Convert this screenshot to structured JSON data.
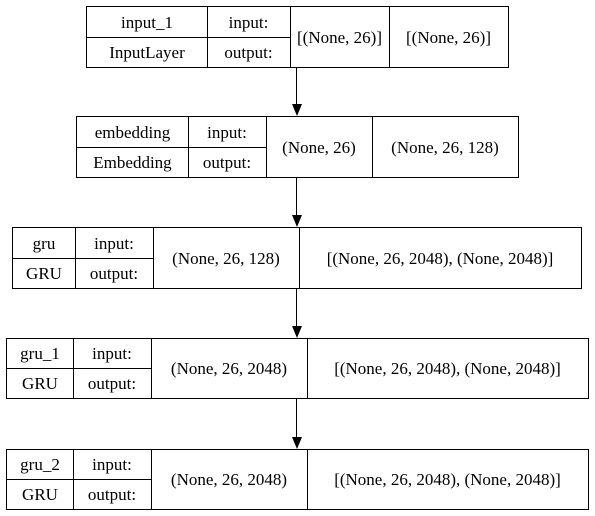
{
  "nodes": [
    {
      "name": "input_1",
      "type": "InputLayer",
      "input_label": "input:",
      "output_label": "output:",
      "input_shape": "[(None, 26)]",
      "output_shape": "[(None, 26)]"
    },
    {
      "name": "embedding",
      "type": "Embedding",
      "input_label": "input:",
      "output_label": "output:",
      "input_shape": "(None, 26)",
      "output_shape": "(None, 26, 128)"
    },
    {
      "name": "gru",
      "type": "GRU",
      "input_label": "input:",
      "output_label": "output:",
      "input_shape": "(None, 26, 128)",
      "output_shape": "[(None, 26, 2048), (None, 2048)]"
    },
    {
      "name": "gru_1",
      "type": "GRU",
      "input_label": "input:",
      "output_label": "output:",
      "input_shape": "(None, 26, 2048)",
      "output_shape": "[(None, 26, 2048), (None, 2048)]"
    },
    {
      "name": "gru_2",
      "type": "GRU",
      "input_label": "input:",
      "output_label": "output:",
      "input_shape": "(None, 26, 2048)",
      "output_shape": "[(None, 26, 2048), (None, 2048)]"
    }
  ],
  "edges": [
    {
      "from": "input_1",
      "to": "embedding"
    },
    {
      "from": "embedding",
      "to": "gru"
    },
    {
      "from": "gru",
      "to": "gru_1"
    },
    {
      "from": "gru_1",
      "to": "gru_2"
    }
  ]
}
